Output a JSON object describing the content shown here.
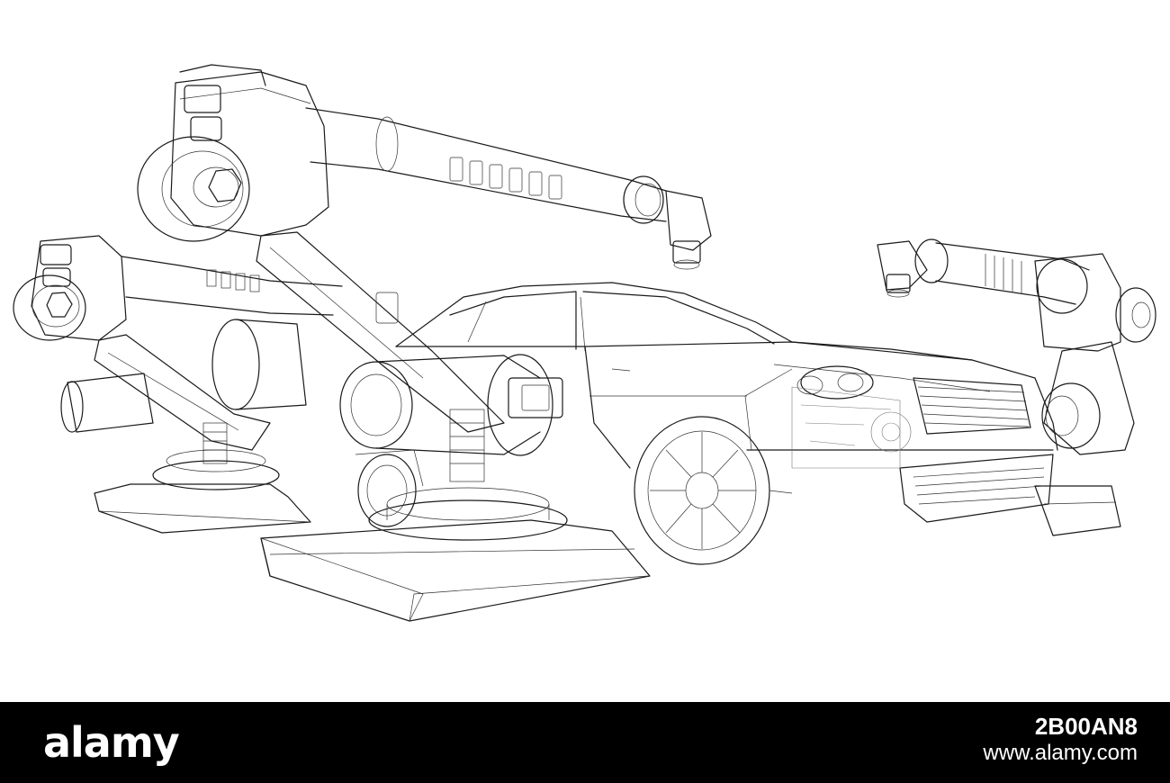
{
  "image": {
    "subject": "robotic-arms-car-wireframe",
    "stroke_color": "#1a1a1a",
    "background_color": "#ffffff"
  },
  "footer": {
    "logo": "alamy",
    "image_id": "2B00AN8",
    "url": "www.alamy.com",
    "background_color": "#000000",
    "text_color": "#ffffff"
  }
}
